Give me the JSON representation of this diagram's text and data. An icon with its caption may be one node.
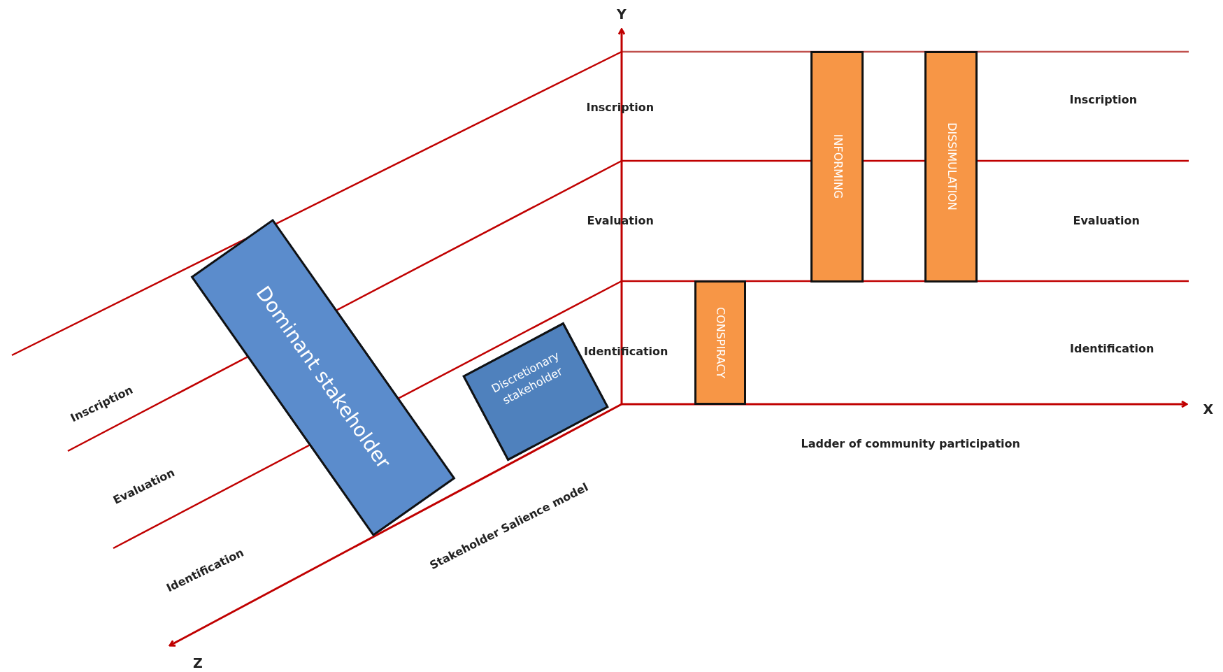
{
  "diagram": {
    "nodes": [
      {
        "text": [
          "Dominant stakeholder"
        ]
      },
      {
        "text": [
          "Discretionary stakeholder"
        ]
      },
      {
        "text": [
          "INFORMING"
        ]
      },
      {
        "text": [
          "DISSIMULATION"
        ]
      },
      {
        "text": [
          "CONSPIRACY"
        ]
      }
    ],
    "labels": [
      "Y",
      "Inscription",
      "Inscription",
      "Evaluation",
      "Evaluation",
      "Identification",
      "Identification",
      "X",
      "Ladder of community participation",
      "Inscription",
      "Evaluation",
      "Identification",
      "Stakeholder Salience model",
      "Z"
    ]
  }
}
